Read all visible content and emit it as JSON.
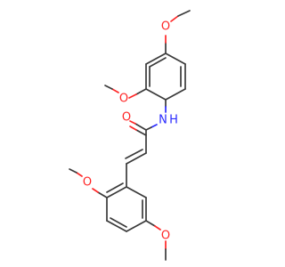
{
  "molecule": {
    "atom_labels": {
      "carbonyl_oxygen": "O",
      "amide_nitrogen": "N",
      "amide_hydrogen": "H",
      "top_methoxy_oxygen": "O",
      "ortho_methoxy_oxygen_top_ring": "O",
      "ortho_methoxy_oxygen_bottom_ring": "O",
      "meta_methoxy_oxygen_bottom_ring": "O"
    },
    "colors": {
      "bond": "#3a3a3a",
      "oxygen": "#ff2626",
      "nitrogen": "#2a2aff"
    }
  }
}
